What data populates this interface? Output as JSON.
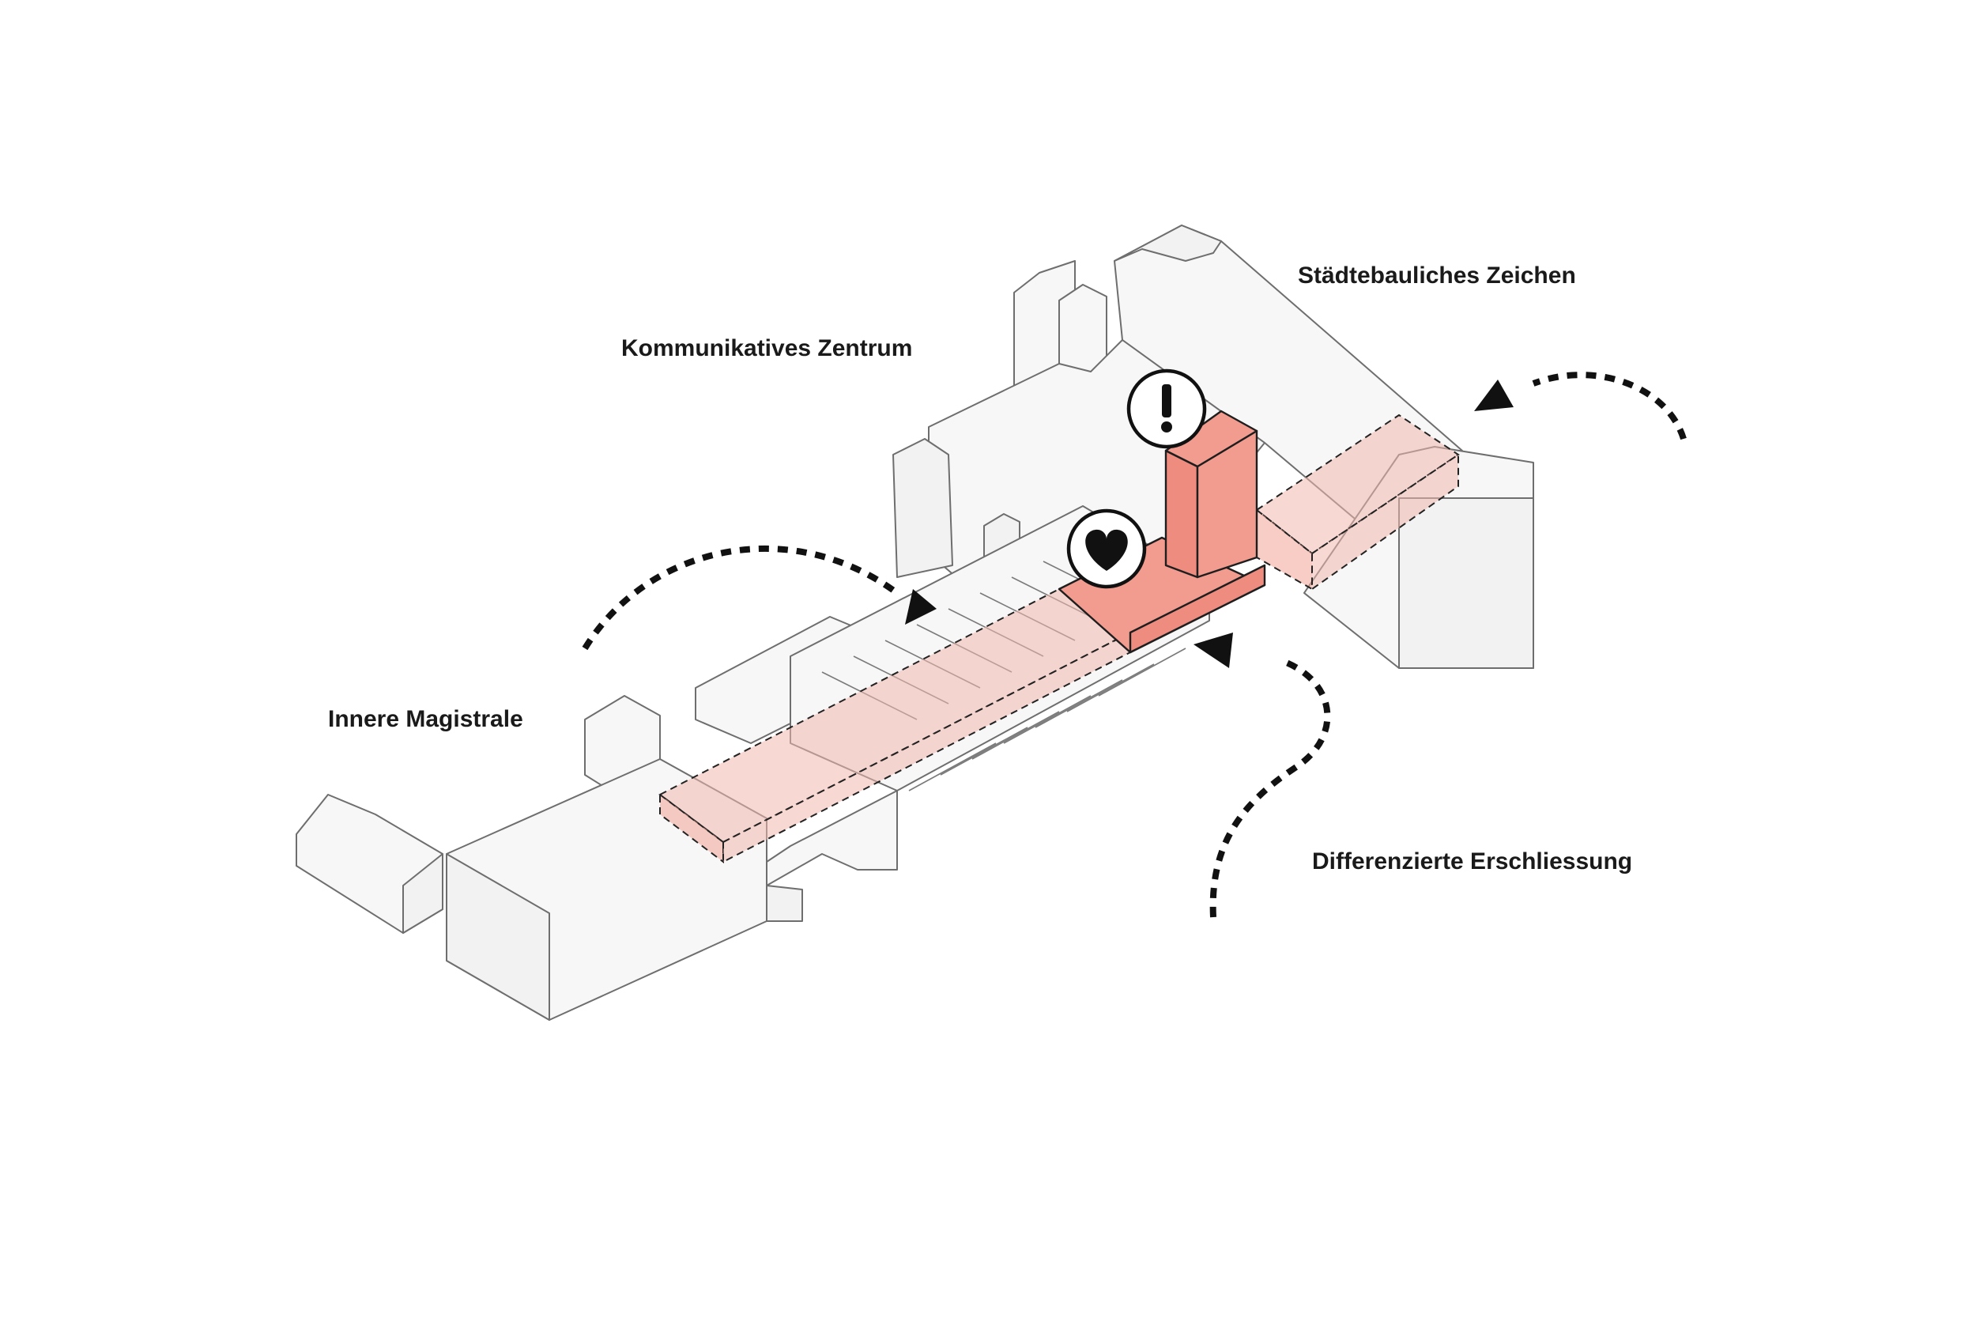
{
  "labels": {
    "innere_magistrale": "Innere Magistrale",
    "kommunikatives_zentrum": "Kommunikatives Zentrum",
    "staedtebauliches_zeichen": "Städtebauliches Zeichen",
    "differenzierte_erschliessung": "Differenzierte Erschliessung"
  },
  "symbols": {
    "heart": "heart-icon",
    "exclamation": "!"
  },
  "colors": {
    "highlight_solid": "#f29b8f",
    "highlight_transparent": "#f3b8ad",
    "building_fill": "#f7f7f7",
    "building_stroke": "#6e6e6e",
    "arrow": "#111111"
  }
}
